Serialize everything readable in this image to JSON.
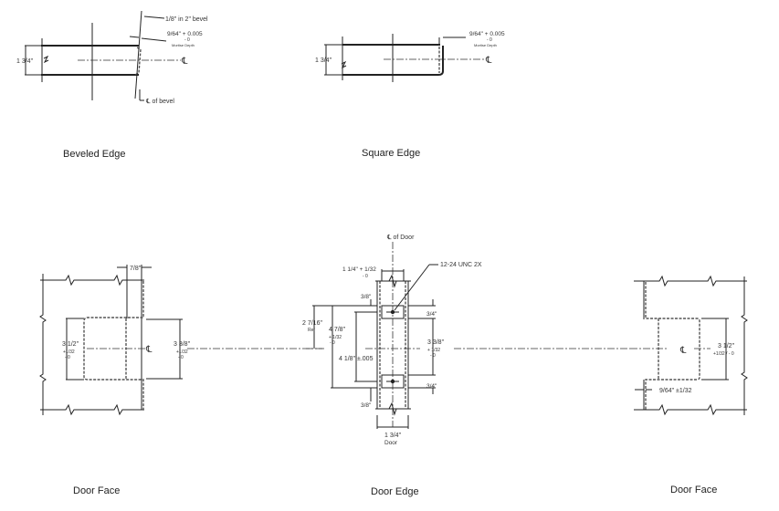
{
  "captions": {
    "beveled_edge": "Beveled Edge",
    "square_edge": "Square Edge",
    "door_face_left": "Door Face",
    "door_edge": "Door Edge",
    "door_face_right": "Door Face"
  },
  "beveled": {
    "bevel_note": "1/8\" in 2\" bevel",
    "mortise_dim": "9/64\" + 0.005",
    "mortise_tol": "- 0",
    "mortise_label": "Mortise Depth",
    "thickness": "1 3/4\"",
    "centerline": "℄",
    "cl_bevel": "℄ of bevel"
  },
  "square": {
    "mortise_dim": "9/64\" + 0.005",
    "mortise_tol": "- 0",
    "mortise_label": "Mortise Depth",
    "thickness": "1 3/4\"",
    "centerline": "℄"
  },
  "face_left": {
    "offset": "7/8\"",
    "height_a": "3 1/2\"",
    "height_a_tol1": "+1/32",
    "height_a_tol2": "- 0",
    "height_b": "3 3/8\"",
    "height_b_tol1": "+1/32",
    "height_b_tol2": "- 0",
    "centerline": "℄"
  },
  "edge": {
    "cl_door": "℄ of Door",
    "screw": "12-24 UNC 2X",
    "width": "1 1/4\" + 1/32",
    "width_tol": "- 0",
    "top_offset": "3/8\"",
    "bottom_offset": "3/8\"",
    "ref": "2 7/16\"",
    "ref_label": "Ref",
    "overall": "4 7/8\"",
    "overall_tol1": "+ 1/32",
    "overall_tol2": "- 0",
    "holes": "4 1/8\" ±.005",
    "plate_top": "3/4\"",
    "plate_bottom": "3/4\"",
    "mortise": "3 3/8\"",
    "mortise_tol1": "+ 1/32",
    "mortise_tol2": "- 0",
    "door_thk": "1 3/4\"",
    "door_label": "Door"
  },
  "face_right": {
    "height": "3 1/2\"",
    "height_tol": "+1/32 / - 0",
    "depth": "9/64\"  ±1/32",
    "centerline": "℄"
  }
}
